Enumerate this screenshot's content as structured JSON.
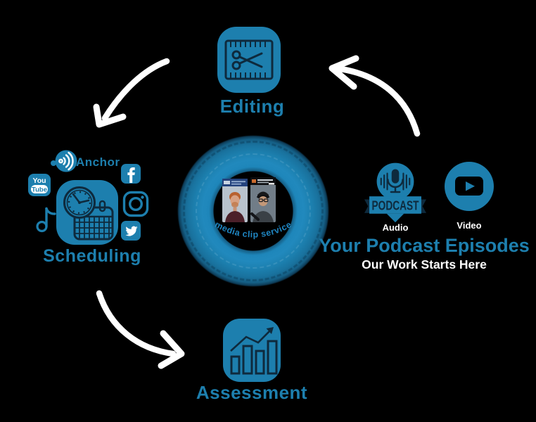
{
  "colors": {
    "primary_blue": "#1d7fae",
    "navy": "#0e2a3d",
    "white": "#ffffff",
    "background": "#000000",
    "caption_blue": "#1f86c2"
  },
  "center": {
    "caption": "media clip service"
  },
  "nodes": {
    "editing": {
      "label": "Editing"
    },
    "scheduling": {
      "label": "Scheduling",
      "anchor_label": "Anchor",
      "youtube_top": "You",
      "youtube_bottom": "Tube"
    },
    "assessment": {
      "label": "Assessment"
    },
    "podcast": {
      "badge": "PODCAST",
      "audio_label": "Audio",
      "video_label": "Video",
      "heading": "Your Podcast Episodes",
      "subheading": "Our Work Starts Here"
    }
  }
}
